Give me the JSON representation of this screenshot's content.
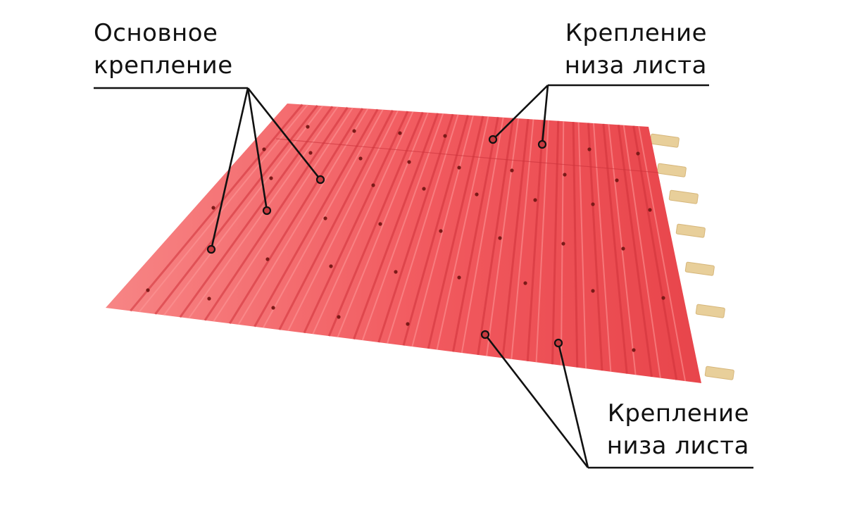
{
  "labels": {
    "main_fastening": {
      "line1": "Основное",
      "line2": "крепление"
    },
    "sheet_bottom_top": {
      "line1": "Крепление",
      "line2": "низа листа"
    },
    "sheet_bottom_bottom": {
      "line1": "Крепление",
      "line2": "низа листа"
    }
  },
  "colors": {
    "sheet_light": "#f46a6a",
    "sheet_dark": "#e63d44",
    "rib_shadow": "#d0323a",
    "rib_highlight": "#ff9a9a",
    "dot": "#7a1a18",
    "batten": "#e8cf9a",
    "leader_line": "#111111"
  },
  "icons": {
    "roof_sheet": "corrugated-roof-sheet",
    "fastener": "screw-point",
    "batten": "wooden-batten"
  }
}
